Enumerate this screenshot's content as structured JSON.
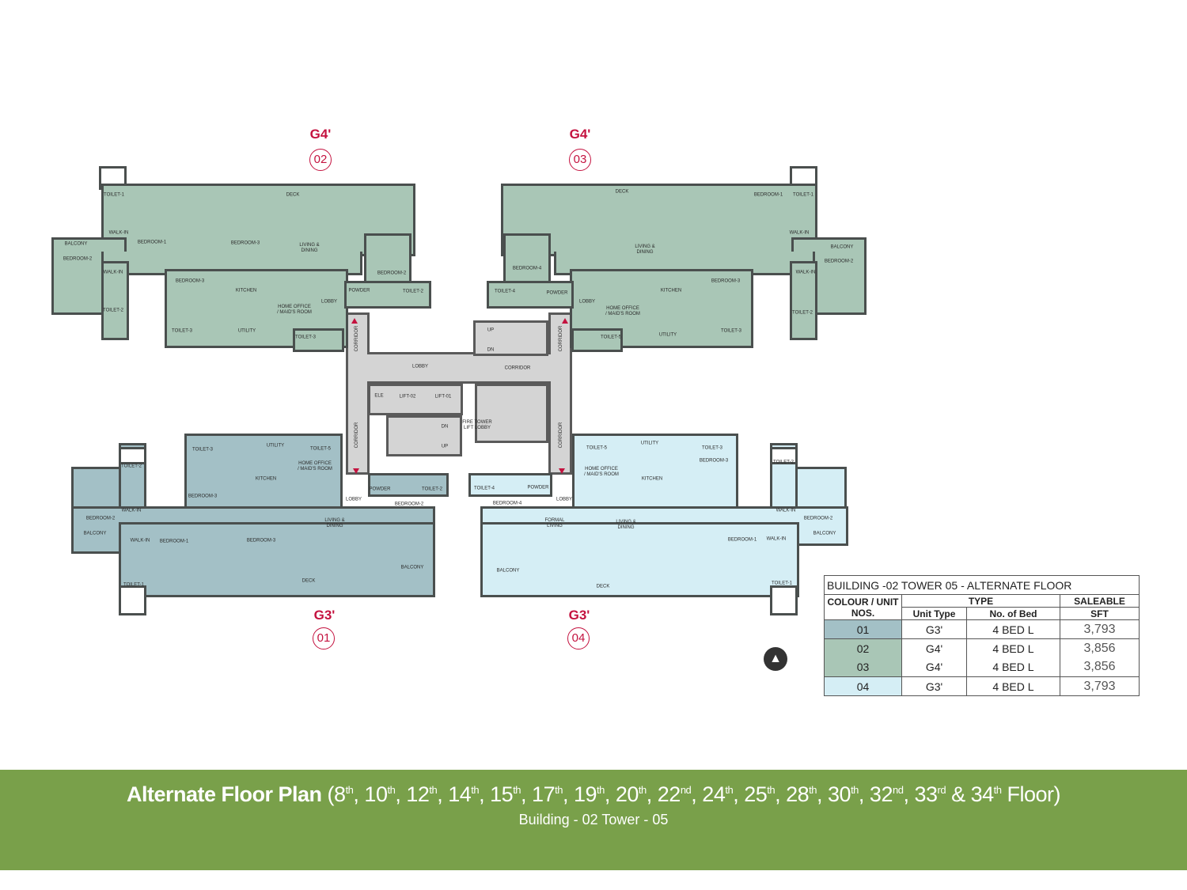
{
  "units": {
    "u02": {
      "type": "G4'",
      "number": "02"
    },
    "u03": {
      "type": "G4'",
      "number": "03"
    },
    "u01": {
      "type": "G3'",
      "number": "01"
    },
    "u04": {
      "type": "G3'",
      "number": "04"
    }
  },
  "rooms": {
    "u02": [
      "TOILET-1",
      "DECK",
      "WALK-IN",
      "BEDROOM-1",
      "BEDROOM-3",
      "LIVING & DINING",
      "BALCONY",
      "BEDROOM-2",
      "BEDROOM-2",
      "WALK-IN",
      "BEDROOM-3",
      "KITCHEN",
      "HOME OFFICE / MAID'S ROOM",
      "LOBBY",
      "POWDER",
      "TOILET-2",
      "TOILET-2",
      "TOILET-3",
      "UTILITY",
      "TOILET-3"
    ],
    "u03": [
      "DECK",
      "BEDROOM-1",
      "TOILET-1",
      "WALK-IN",
      "BALCONY",
      "BEDROOM-2",
      "LIVING & DINING",
      "BEDROOM-4",
      "TOILET-4",
      "POWDER",
      "LOBBY",
      "HOME OFFICE / MAID'S ROOM",
      "KITCHEN",
      "BEDROOM-3",
      "WALK-IN",
      "TOILET-2",
      "TOILET-5",
      "UTILITY",
      "TOILET-3"
    ],
    "u01": [
      "UTILITY",
      "TOILET-3",
      "TOILET-5",
      "HOME OFFICE / MAID'S ROOM",
      "KITCHEN",
      "TOILET-2",
      "BEDROOM-3",
      "BEDROOM-2",
      "WALK-IN",
      "BALCONY",
      "POWDER",
      "LOBBY",
      "TOILET-2",
      "BEDROOM-2",
      "LIVING & DINING",
      "WALK-IN",
      "BEDROOM-1",
      "BEDROOM-3",
      "BALCONY",
      "DECK",
      "TOILET-1"
    ],
    "u04": [
      "TOILET-5",
      "UTILITY",
      "TOILET-3",
      "BEDROOM-3",
      "HOME OFFICE / MAID'S ROOM",
      "KITCHEN",
      "TOILET-2",
      "TOILET-4",
      "POWDER",
      "LOBBY",
      "BEDROOM-4",
      "FORMAL LIVING",
      "LIVING & DINING",
      "WALK-IN",
      "BEDROOM-2",
      "BALCONY",
      "BEDROOM-1",
      "WALK-IN",
      "BALCONY",
      "DECK",
      "TOILET-1"
    ]
  },
  "core": {
    "lobby": "LOBBY",
    "corridor": "CORRIDOR",
    "up": "UP",
    "dn": "DN",
    "ele": "ELE",
    "lift_02": "LIFT-02",
    "lift_01": "LIFT-01",
    "fire_tower": "FIRE TOWER LIFT LOBBY"
  },
  "north_icon": "north-arrow-icon",
  "table": {
    "title": "BUILDING -02   TOWER  05 -  ALTERNATE  FLOOR",
    "headers": {
      "colour": "COLOUR / UNIT NOS.",
      "type": "TYPE",
      "unit_type": "Unit Type",
      "beds": "No. of Bed",
      "saleable": "SALEABLE",
      "sft": "SFT"
    },
    "rows": [
      {
        "unit": "01",
        "type": "G3'",
        "beds": "4 BED L",
        "sft": "3,793",
        "color": "#a3c0c6"
      },
      {
        "unit": "02",
        "type": "G4'",
        "beds": "4 BED L",
        "sft": "3,856",
        "color": "#a9c6b6"
      },
      {
        "unit": "03",
        "type": "G4'",
        "beds": "4 BED L",
        "sft": "3,856",
        "color": "#a9c6b6"
      },
      {
        "unit": "04",
        "type": "G3'",
        "beds": "4 BED L",
        "sft": "3,793",
        "color": "#d5eef5"
      }
    ]
  },
  "footer": {
    "title_bold": "Alternate Floor Plan",
    "floors": [
      {
        "n": "8",
        "s": "th"
      },
      {
        "n": "10",
        "s": "th"
      },
      {
        "n": "12",
        "s": "th"
      },
      {
        "n": "14",
        "s": "th"
      },
      {
        "n": "15",
        "s": "th"
      },
      {
        "n": "17",
        "s": "th"
      },
      {
        "n": "19",
        "s": "th"
      },
      {
        "n": "20",
        "s": "th"
      },
      {
        "n": "22",
        "s": "nd"
      },
      {
        "n": "24",
        "s": "th"
      },
      {
        "n": "25",
        "s": "th"
      },
      {
        "n": "28",
        "s": "th"
      },
      {
        "n": "30",
        "s": "th"
      },
      {
        "n": "32",
        "s": "nd"
      },
      {
        "n": "33",
        "s": "rd"
      },
      {
        "n": "34",
        "s": "th"
      }
    ],
    "floor_word": "Floor",
    "subtitle": "Building - 02 Tower - 05",
    "color": "#79a04a"
  }
}
